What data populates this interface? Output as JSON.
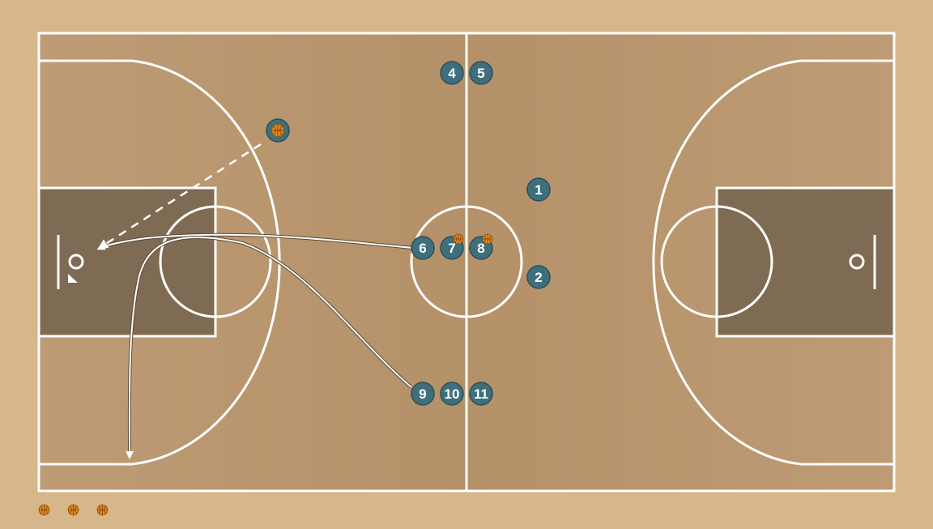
{
  "colors": {
    "floor_outer": "#d6b68a",
    "court_fill": "#b89670",
    "key_fill": "#7f6b53",
    "line": "#ffffff",
    "player_fill": "#3f6f7c",
    "player_stroke": "#2c4f58",
    "ball": "#e08a1e"
  },
  "players": [
    {
      "label": "1",
      "has_ball": false
    },
    {
      "label": "2",
      "has_ball": false
    },
    {
      "label": "4",
      "has_ball": false
    },
    {
      "label": "5",
      "has_ball": false
    },
    {
      "label": "6",
      "has_ball": false
    },
    {
      "label": "7",
      "has_ball": true
    },
    {
      "label": "8",
      "has_ball": true
    },
    {
      "label": "9",
      "has_ball": false
    },
    {
      "label": "10",
      "has_ball": false
    },
    {
      "label": "11",
      "has_ball": false
    },
    {
      "label": "",
      "has_ball": true
    }
  ],
  "ball_tray_count": 3
}
